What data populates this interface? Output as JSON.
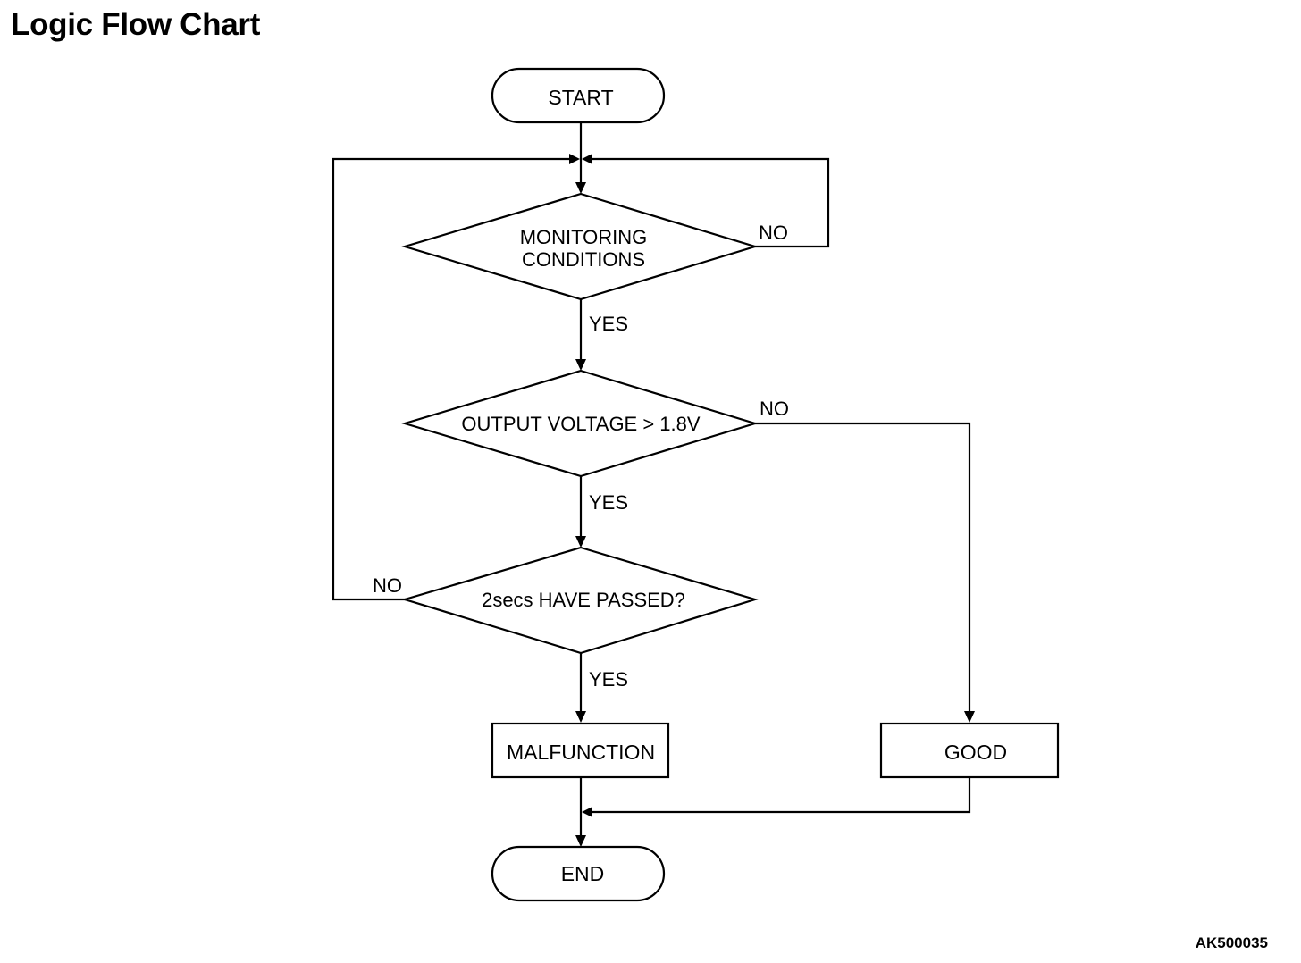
{
  "title": "Logic Flow Chart",
  "figure_code": "AK500035",
  "nodes": {
    "start": "START",
    "monitoring_line1": "MONITORING",
    "monitoring_line2": "CONDITIONS",
    "output_voltage": "OUTPUT VOLTAGE > 1.8V",
    "passed": "2secs HAVE PASSED?",
    "malfunction": "MALFUNCTION",
    "good": "GOOD",
    "end": "END"
  },
  "branches": {
    "monitoring_no": "NO",
    "monitoring_yes": "YES",
    "voltage_no": "NO",
    "voltage_yes": "YES",
    "passed_no": "NO",
    "passed_yes": "YES"
  }
}
